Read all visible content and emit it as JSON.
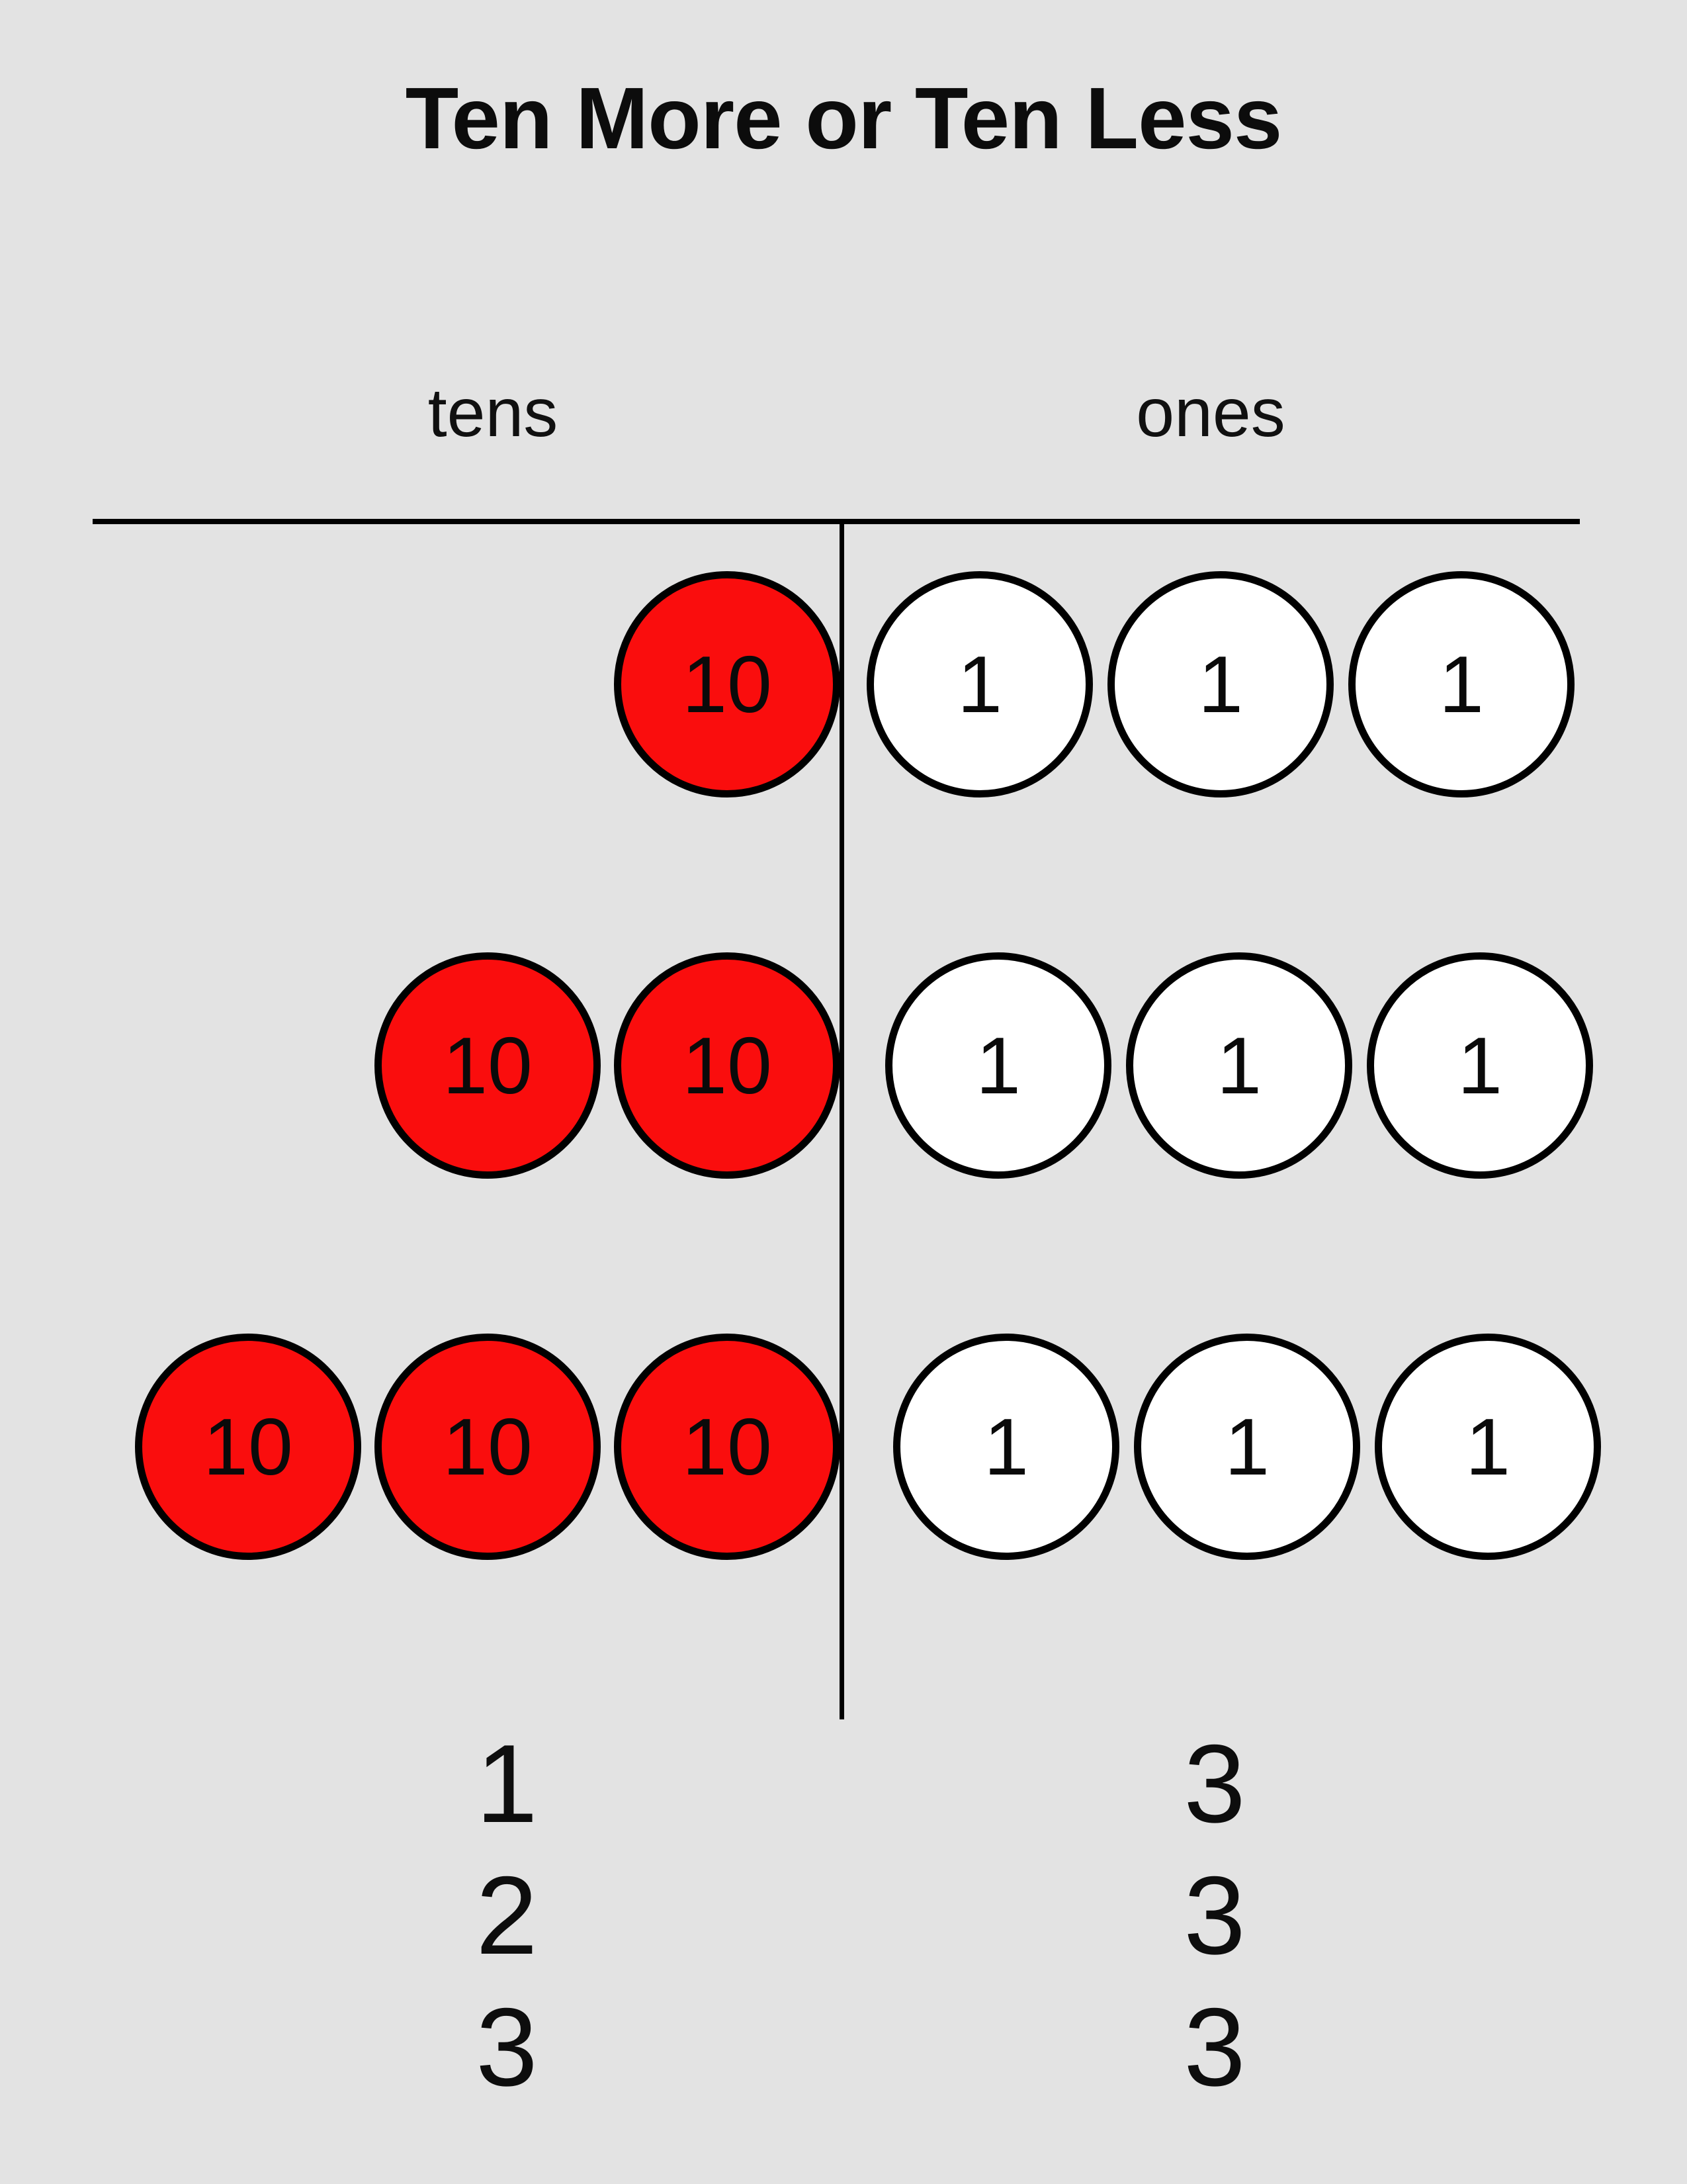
{
  "title": "Ten More or Ten Less",
  "colors": {
    "background": "#e3e3e3",
    "ten_disc_fill": "#fa0d0d",
    "one_disc_fill": "#ffffff",
    "stroke": "#000000",
    "text": "#0d0d0d"
  },
  "headers": {
    "tens": "tens",
    "ones": "ones"
  },
  "rows": [
    {
      "tens": [
        "10"
      ],
      "ones": [
        "1",
        "1",
        "1"
      ]
    },
    {
      "tens": [
        "10",
        "10"
      ],
      "ones": [
        "1",
        "1",
        "1"
      ]
    },
    {
      "tens": [
        "10",
        "10",
        "10"
      ],
      "ones": [
        "1",
        "1",
        "1"
      ]
    }
  ],
  "answers": {
    "tens": [
      "1",
      "2",
      "3"
    ],
    "ones": [
      "3",
      "3",
      "3"
    ]
  }
}
